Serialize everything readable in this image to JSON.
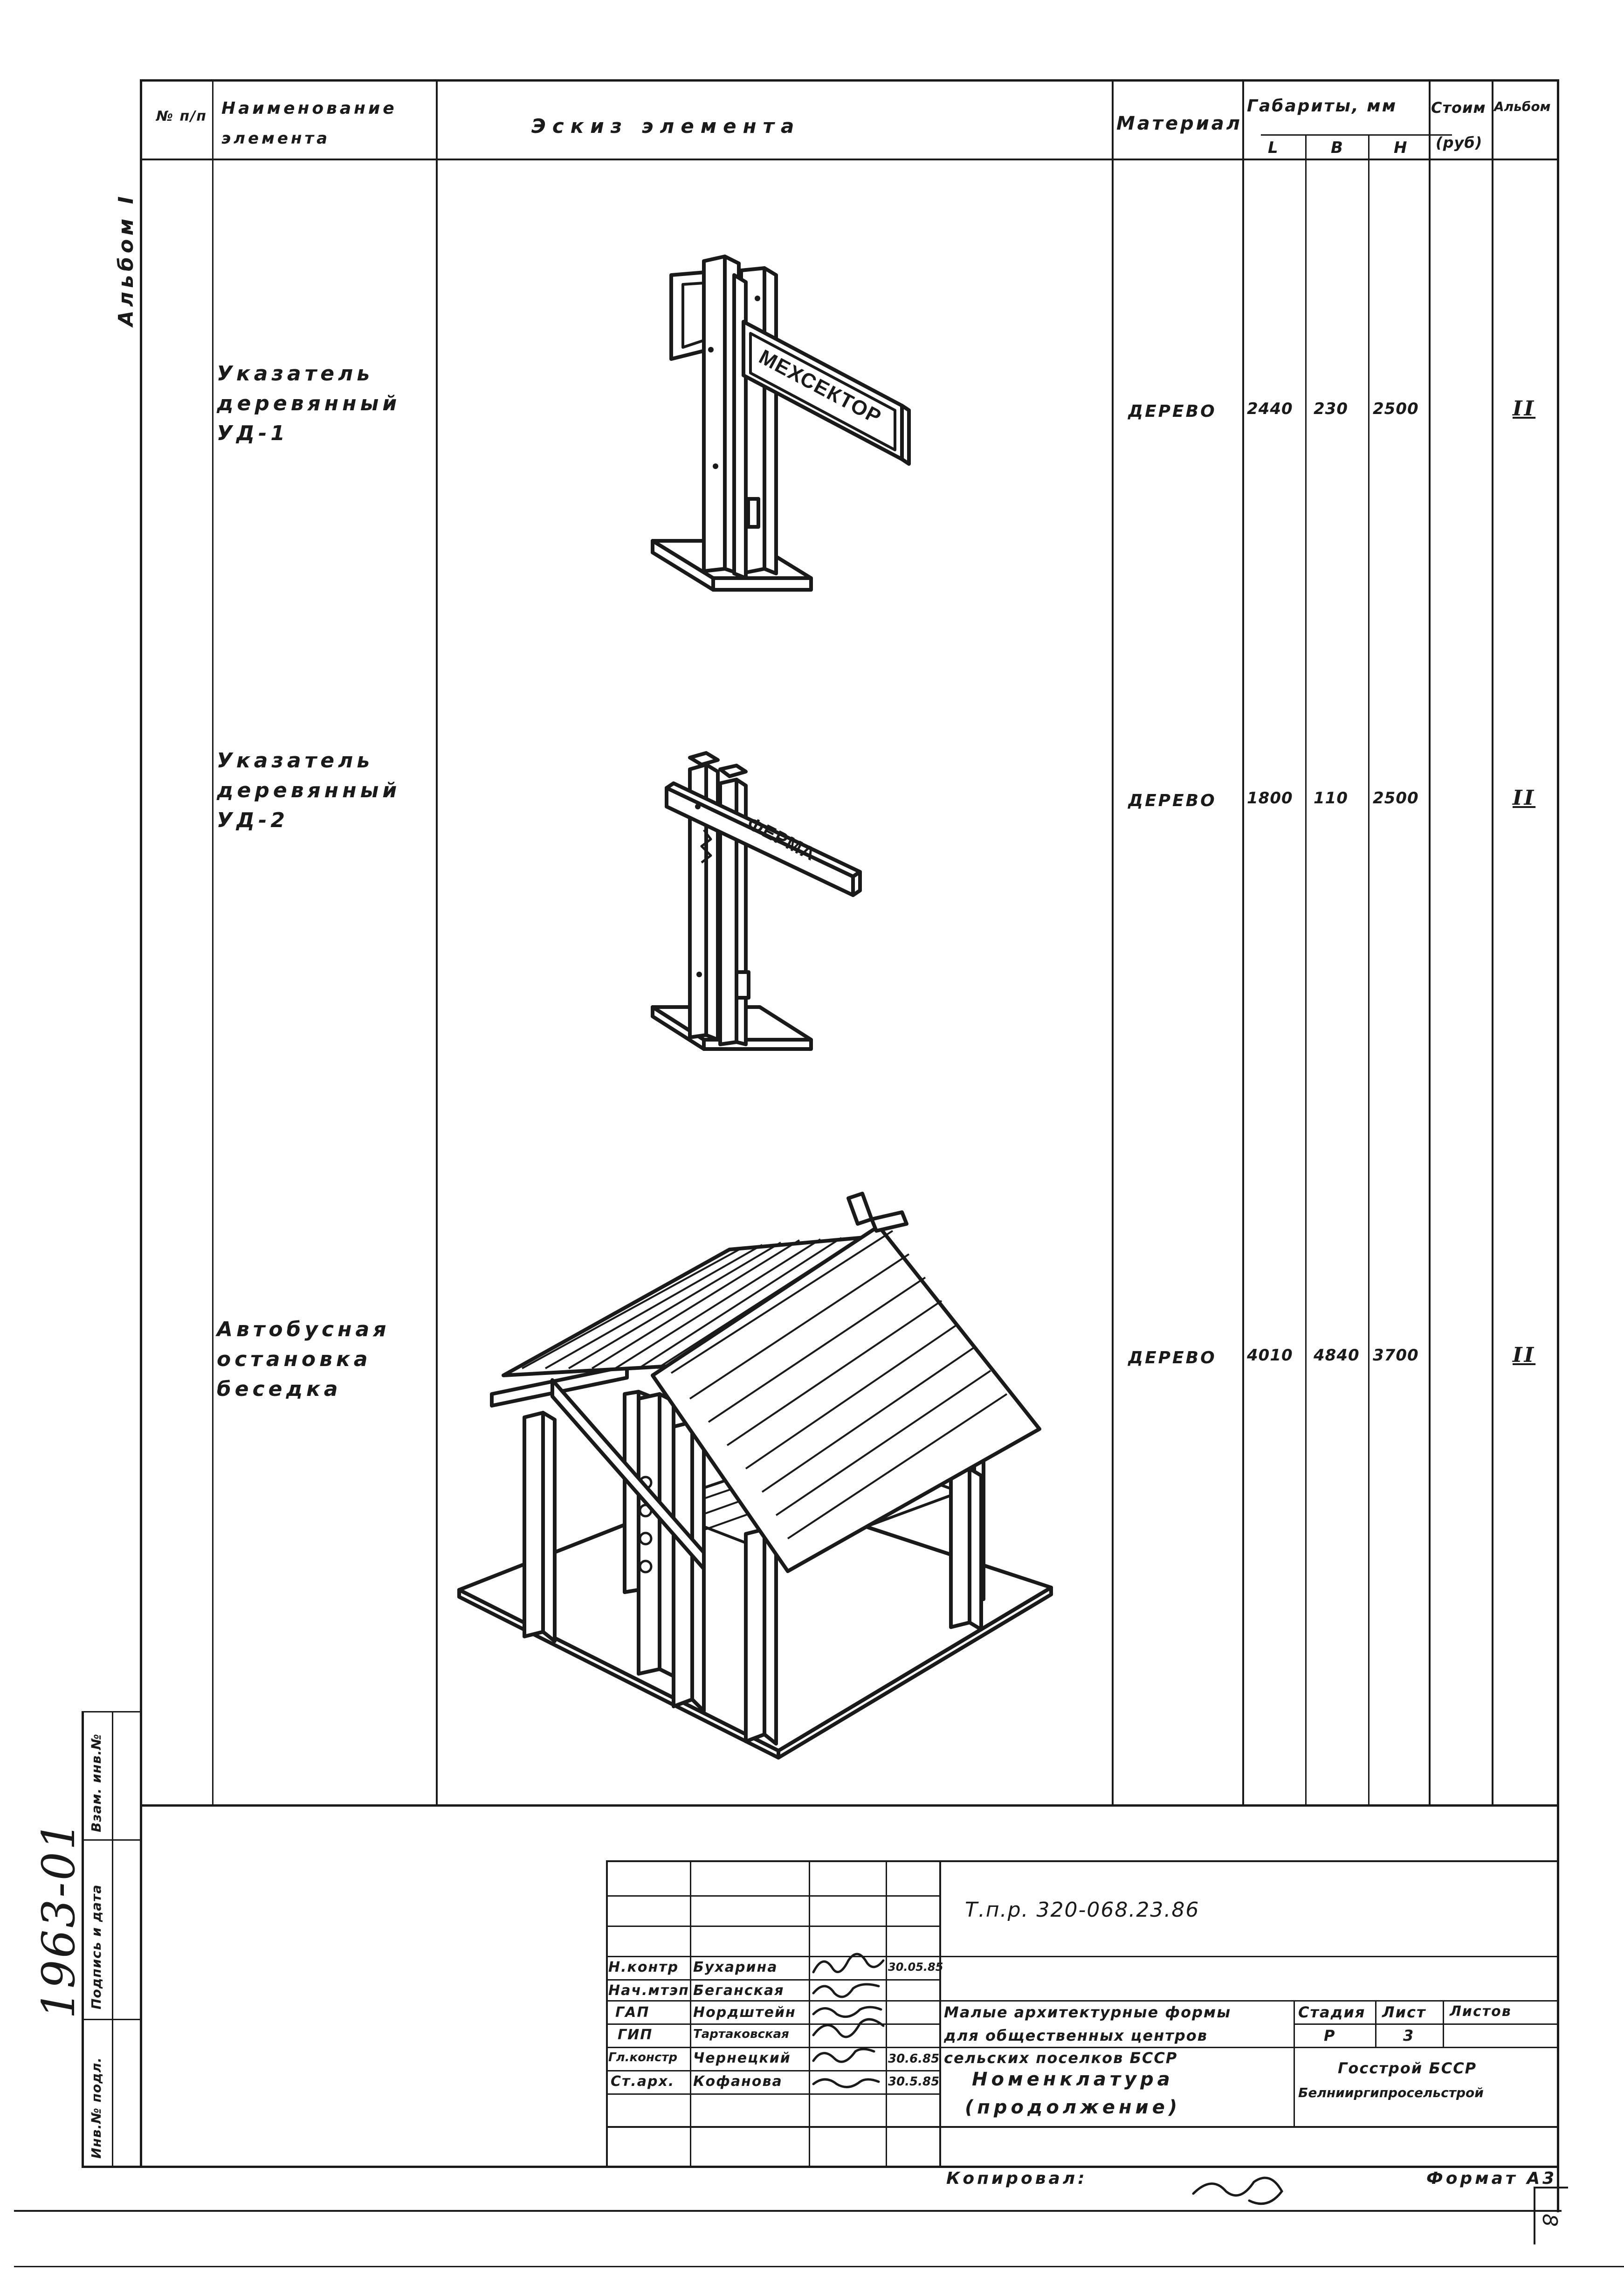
{
  "header": {
    "num_label": "№ п/п",
    "name_label": [
      "Наименование",
      "элемента"
    ],
    "sketch_label": "Эскиз    элемента",
    "material_label": "Материал",
    "dims_label": "Габариты, мм",
    "dim_cols": [
      "L",
      "B",
      "H"
    ],
    "cost_label": [
      "Стоим",
      "(руб)"
    ],
    "album_label": "Альбом"
  },
  "album_margin": "Альбом I",
  "rows": [
    {
      "name": "Указатель\nдеревянный\nУД-1",
      "material": "ДЕРЕВО",
      "L": "2440",
      "B": "230",
      "H": "2500",
      "album": "II",
      "sign_text": "МЕХСЕКТОР"
    },
    {
      "name": "Указатель\nдеревянный\nУД-2",
      "material": "ДЕРЕВО",
      "L": "1800",
      "B": "110",
      "H": "2500",
      "album": "II",
      "sign_text": "ФЕРМА"
    },
    {
      "name": "Автобусная\nостановка\nбеседка",
      "material": "ДЕРЕВО",
      "L": "4010",
      "B": "4840",
      "H": "3700",
      "album": "II"
    }
  ],
  "side_stamp": {
    "labels": [
      "Взам. инв.№",
      "Подпись и дата",
      "Инв.№ подл."
    ],
    "handwritten_number": "1963-01"
  },
  "title_block": {
    "code": "Т.п.р. 320-068.23.86",
    "roles": [
      "Н.контр",
      "Нач.мтэп",
      "ГАП",
      "ГИП",
      "Гл.констр",
      "Ст.арх."
    ],
    "names": [
      "Бухарина",
      "Беганская",
      "Нордштейн",
      "Тартаковская",
      "Чернецкий",
      "Кофанова"
    ],
    "dates": [
      "30.05.85",
      "",
      "",
      "",
      "30.6.85",
      "30.5.85"
    ],
    "project_title": [
      "Малые архитектурные формы",
      "для общественных центров",
      "сельских поселков БССР"
    ],
    "sheet_title": [
      "Номенклатура",
      "(продолжение)"
    ],
    "stage_label": "Стадия",
    "sheet_label": "Лист",
    "sheets_label": "Листов",
    "stage_value": "Р",
    "sheet_value": "3",
    "org": [
      "Госстрой БССР",
      "Белнииргипросельстрой"
    ],
    "copied_label": "Копировал:",
    "format_label": "Формат А3",
    "page_number": "8"
  }
}
